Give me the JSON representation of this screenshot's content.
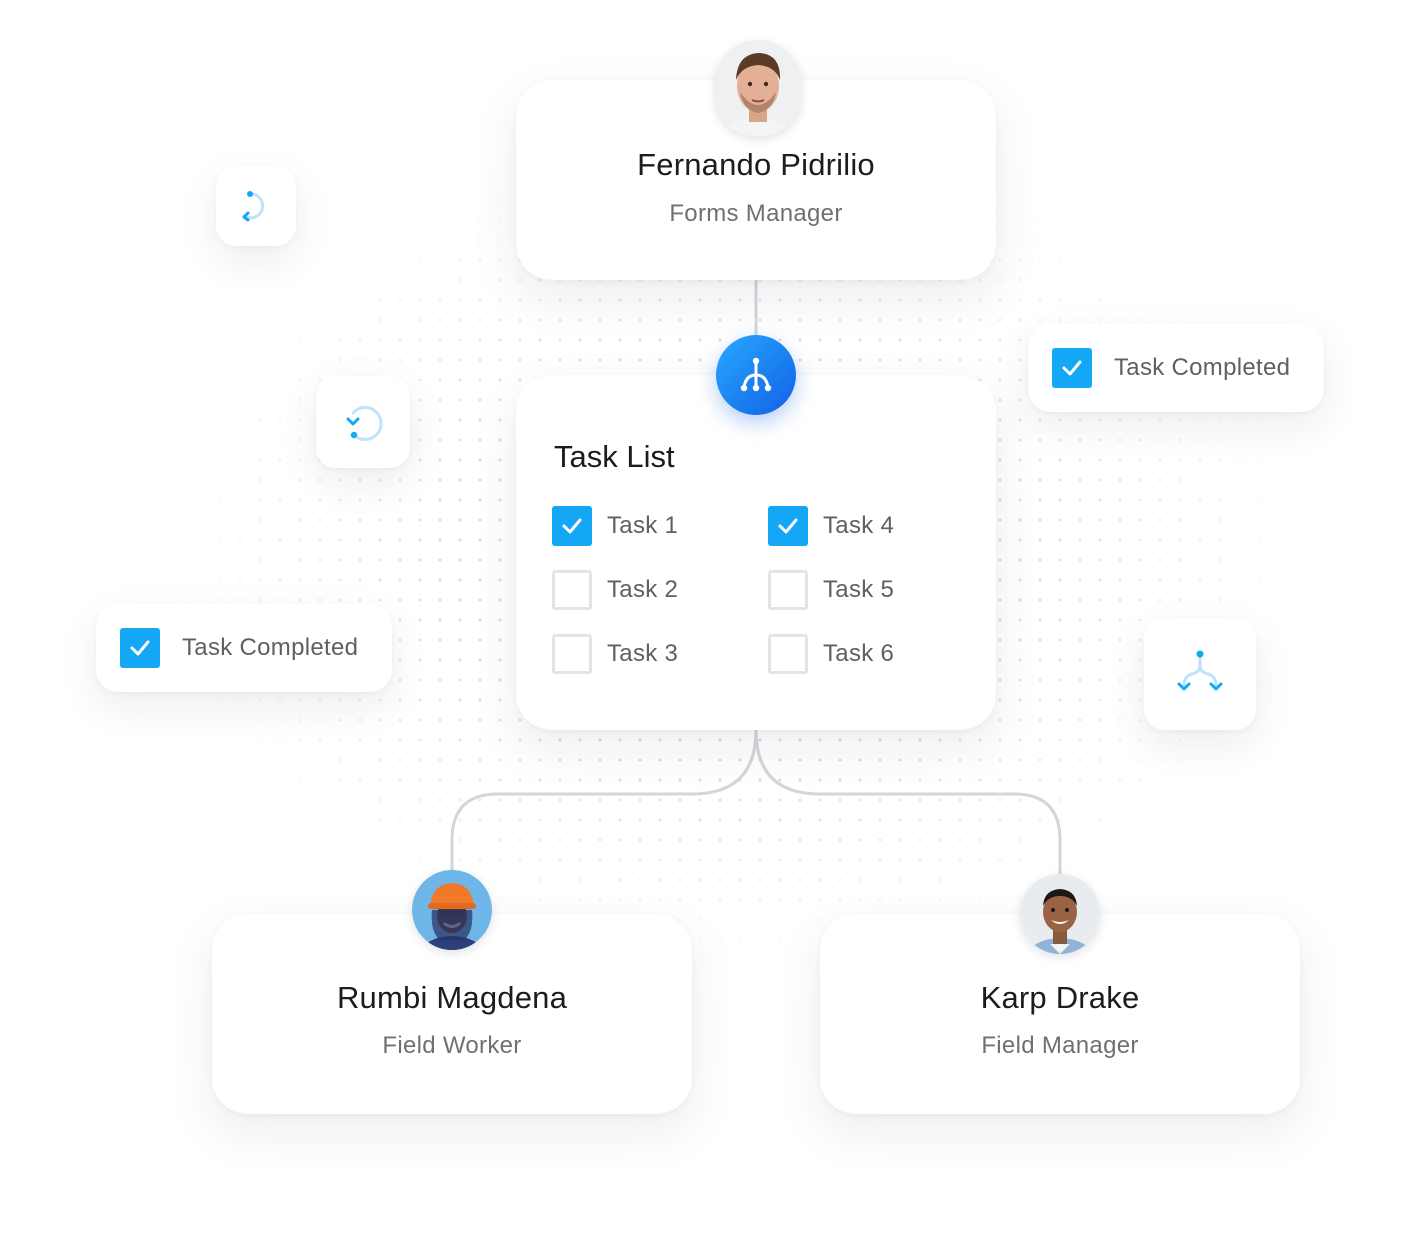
{
  "manager": {
    "name": "Fernando Pidrilio",
    "role": "Forms Manager"
  },
  "task_list": {
    "title": "Task List",
    "tasks": [
      {
        "label": "Task 1",
        "checked": true
      },
      {
        "label": "Task 2",
        "checked": false
      },
      {
        "label": "Task 3",
        "checked": false
      },
      {
        "label": "Task 4",
        "checked": true
      },
      {
        "label": "Task 5",
        "checked": false
      },
      {
        "label": "Task 6",
        "checked": false
      }
    ]
  },
  "badges": {
    "right": {
      "label": "Task Completed"
    },
    "left": {
      "label": "Task Completed"
    }
  },
  "workers": [
    {
      "name": "Rumbi Magdena",
      "role": "Field Worker"
    },
    {
      "name": "Karp Drake",
      "role": "Field Manager"
    }
  ],
  "icons": {
    "hub": "branch-icon",
    "tile_top_left": "refresh-icon",
    "tile_mid_left": "loading-icon",
    "tile_right": "split-icon"
  },
  "colors": {
    "accent": "#14a7f5",
    "hub_gradient_start": "#28a9ff",
    "hub_gradient_end": "#1260e6",
    "connector": "#d4d6da"
  }
}
